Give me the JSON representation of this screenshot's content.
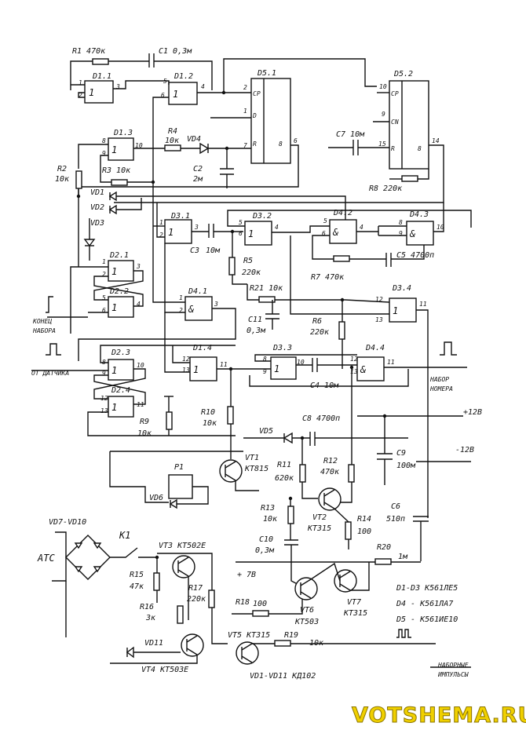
{
  "labels": {
    "R1": "R1 470к",
    "C1": "C1 0,3м",
    "D11": "D1.1",
    "D12": "D1.2",
    "D51": "D5.1",
    "D52": "D5.2",
    "D13": "D1.3",
    "R4": "R4",
    "R4v": "10к",
    "VD4": "VD4",
    "C2": "C2",
    "C2v": "2м",
    "C7": "C7 10м",
    "R8": "R8 220к",
    "R2": "R2",
    "R2v": "10к",
    "R3": "R3 10к",
    "VD1": "VD1",
    "VD2": "VD2",
    "VD3": "VD3",
    "D31": "D3.1",
    "D32": "D3.2",
    "D42": "D4.2",
    "D43": "D4.3",
    "C3": "C3",
    "C3v": "10м",
    "R5": "R5",
    "R5v": "220к",
    "C5": "C5 4700п",
    "R7": "R7 470к",
    "D21": "D2.1",
    "D22": "D2.2",
    "D41": "D4.1",
    "D34": "D3.4",
    "R21": "R21 10к",
    "C11": "C11",
    "C11v": "0,3м",
    "R6": "R6",
    "R6v": "220к",
    "end1": "КОНЕЦ",
    "end2": "НАБОРА",
    "D23": "D2.3",
    "D24": "D2.4",
    "D14": "D1.4",
    "D33": "D3.3",
    "D44": "D4.4",
    "sensor": "ОТ ДАТЧИКА",
    "C4": "C4 10м",
    "out1": "НАБОР",
    "out2": "НОМЕРА",
    "R9": "R9",
    "R9v": "10к",
    "R10": "R10",
    "R10v": "10к",
    "C8": "C8 4700п",
    "VD5": "VD5",
    "p12": "+12В",
    "m12": "-12В",
    "P1": "P1",
    "VD6": "VD6",
    "VT1": "VT1",
    "VT1t": "КТ815",
    "R11": "R11",
    "R11v": "620к",
    "R12": "R12",
    "R12v": "470к",
    "C9": "C9",
    "C9v": "100м",
    "VT2": "VT2",
    "VT2t": "КТ315",
    "R13": "R13",
    "R13v": "10к",
    "R14": "R14",
    "R14v": "100",
    "C6": "C6",
    "C6v": "510п",
    "C10": "C10",
    "C10v": "0,3м",
    "R20": "R20",
    "R20v": "1м",
    "VD7": "VD7-VD10",
    "K1": "K1",
    "ATC": "АТС",
    "VT3": "VT3 КТ502Е",
    "R15": "R15",
    "R15v": "47к",
    "R16": "R16",
    "R16v": "3к",
    "R17": "R17",
    "R17v": "220к",
    "p7": "+ 7В",
    "R18": "R18",
    "R18v": "100",
    "VT6": "VT6",
    "VT6t": "КТ503",
    "VT7": "VT7",
    "VT7t": "КТ315",
    "VD11": "VD11",
    "VT4": "VT4 КТ503Е",
    "VT5": "VT5 КТ315",
    "R19": "R19",
    "R19v": "10к",
    "n1": "D1-D3  K561ЛЕ5",
    "n2": "D4 - K561ЛА7",
    "n3": "D5 - K561ИЕ10",
    "diodes": "VD1-VD11  КД102",
    "pulse1": "НАБОРНЫЕ",
    "pulse2": "ИМПУЛЬСЫ",
    "watermark": "VOTSHEMA.RU"
  }
}
